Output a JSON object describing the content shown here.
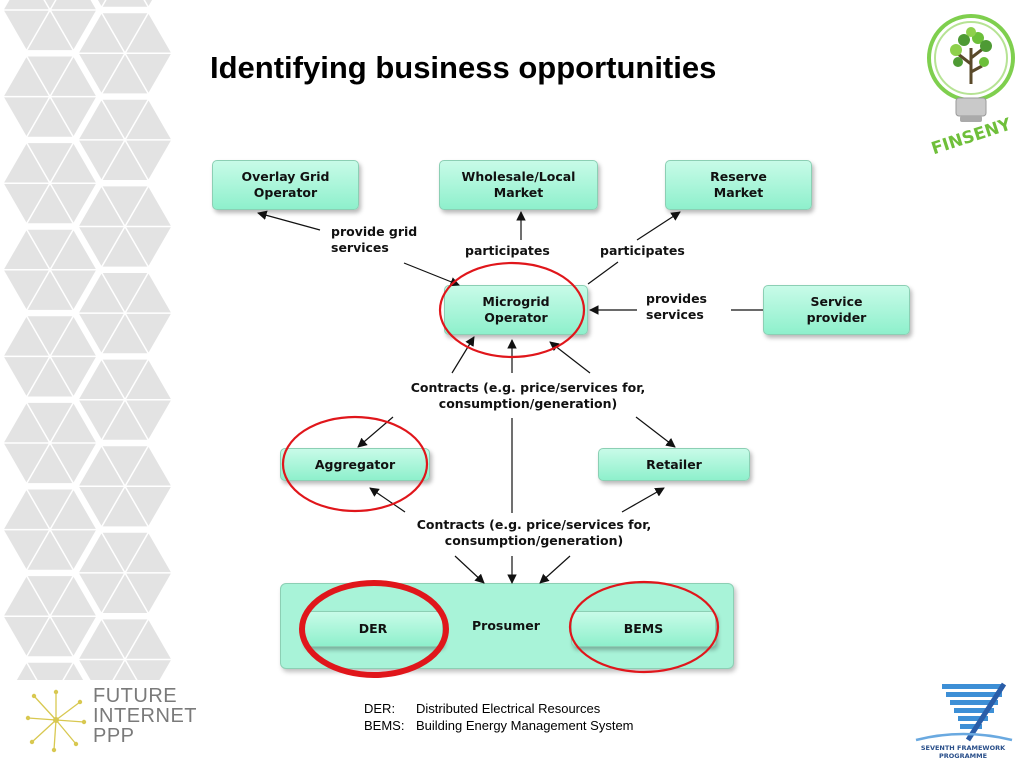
{
  "title": "Identifying business opportunities",
  "nodes": {
    "overlay": "Overlay Grid\nOperator",
    "wholesale": "Wholesale/Local\nMarket",
    "reserve": "Reserve\nMarket",
    "microgrid": "Microgrid\nOperator",
    "service": "Service\nprovider",
    "aggregator": "Aggregator",
    "retailer": "Retailer",
    "prosumer": "Prosumer",
    "der": "DER",
    "bems": "BEMS"
  },
  "edge_labels": {
    "grid_services": "provide grid\nservices",
    "participates_left": "participates",
    "participates_right": "participates",
    "provides_services": "provides\nservices",
    "contracts_upper": "Contracts (e.g. price/services for,\nconsumption/generation)",
    "contracts_lower": "Contracts (e.g. price/services for,\nconsumption/generation)"
  },
  "legend": [
    {
      "key": "DER:",
      "value": "Distributed Electrical Resources"
    },
    {
      "key": "BEMS:",
      "value": "Building Energy Management System"
    }
  ],
  "logos": {
    "future_internet_lines": [
      "FUTURE",
      "INTERNET",
      "PPP"
    ],
    "fp7_lines": [
      "SEVENTH FRAMEWORK",
      "PROGRAMME"
    ],
    "finseny": "FINSENY"
  },
  "colors": {
    "node_fill": "#a8f3d8",
    "highlight_circle": "#e0161b",
    "hex_background": "#e3e3e3",
    "arrow": "#111111"
  }
}
